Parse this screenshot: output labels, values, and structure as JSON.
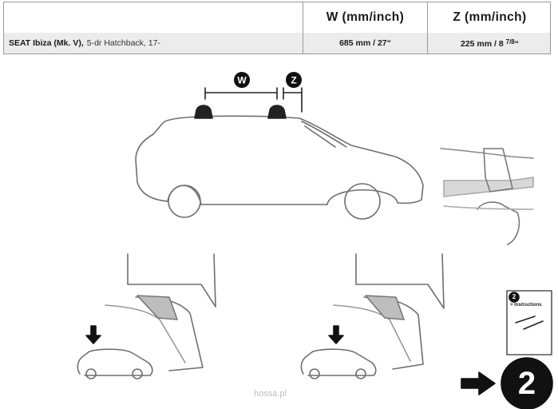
{
  "table": {
    "headers": [
      "",
      "W (mm/inch)",
      "Z (mm/inch)"
    ],
    "row": {
      "model": "SEAT Ibiza (Mk. V),",
      "variant": "5-dr Hatchback, 17-",
      "w_value": "685 mm / 27“",
      "z_value_main": "225 mm / 8 ",
      "z_value_fraction": "7/8",
      "z_value_suffix": "“"
    }
  },
  "diagram_labels": {
    "w": "W",
    "z": "Z"
  },
  "next_step": {
    "number": "2",
    "thumbnail_number": "2",
    "thumbnail_label": "> Instructions"
  },
  "watermark": "hossa.pl"
}
